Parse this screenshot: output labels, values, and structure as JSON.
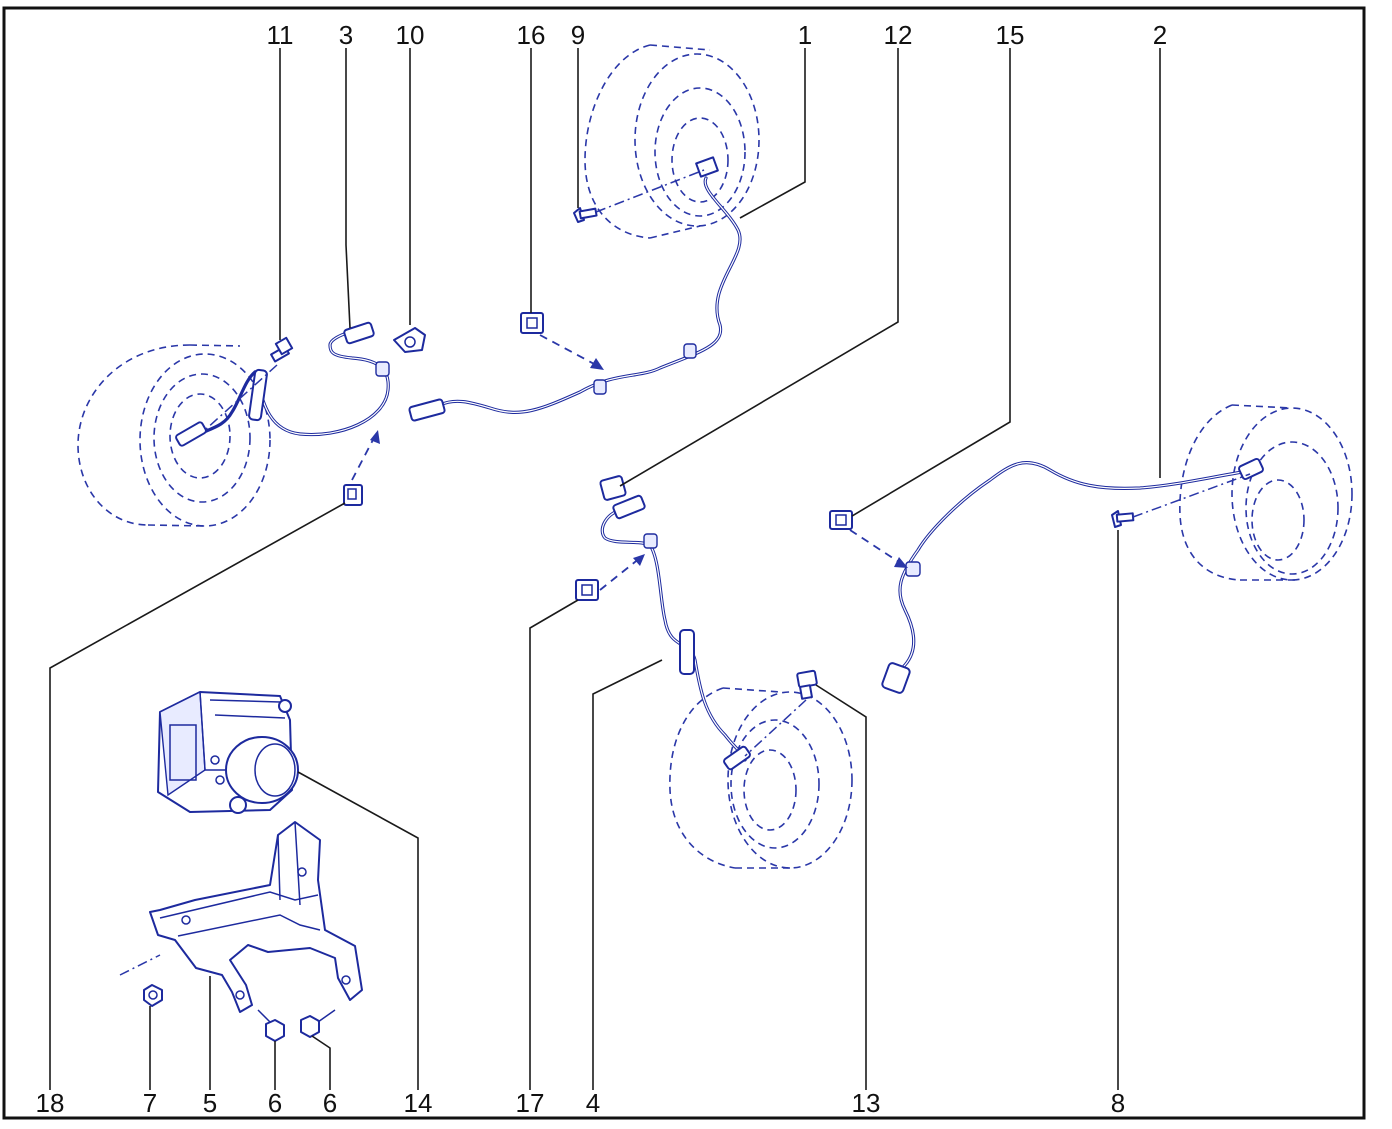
{
  "diagram": {
    "callouts": [
      {
        "id": "11",
        "label": "11"
      },
      {
        "id": "3",
        "label": "3"
      },
      {
        "id": "10",
        "label": "10"
      },
      {
        "id": "16",
        "label": "16"
      },
      {
        "id": "9",
        "label": "9"
      },
      {
        "id": "1",
        "label": "1"
      },
      {
        "id": "12",
        "label": "12"
      },
      {
        "id": "15",
        "label": "15"
      },
      {
        "id": "2",
        "label": "2"
      },
      {
        "id": "18",
        "label": "18"
      },
      {
        "id": "7",
        "label": "7"
      },
      {
        "id": "5",
        "label": "5"
      },
      {
        "id": "6a",
        "label": "6"
      },
      {
        "id": "6b",
        "label": "6"
      },
      {
        "id": "14",
        "label": "14"
      },
      {
        "id": "17",
        "label": "17"
      },
      {
        "id": "4",
        "label": "4"
      },
      {
        "id": "13",
        "label": "13"
      },
      {
        "id": "8",
        "label": "8"
      }
    ],
    "colors": {
      "line_art": "#1d2a9e",
      "phantom": "#2a37a8",
      "leader": "#1a1a1a",
      "frame": "#111111"
    }
  }
}
